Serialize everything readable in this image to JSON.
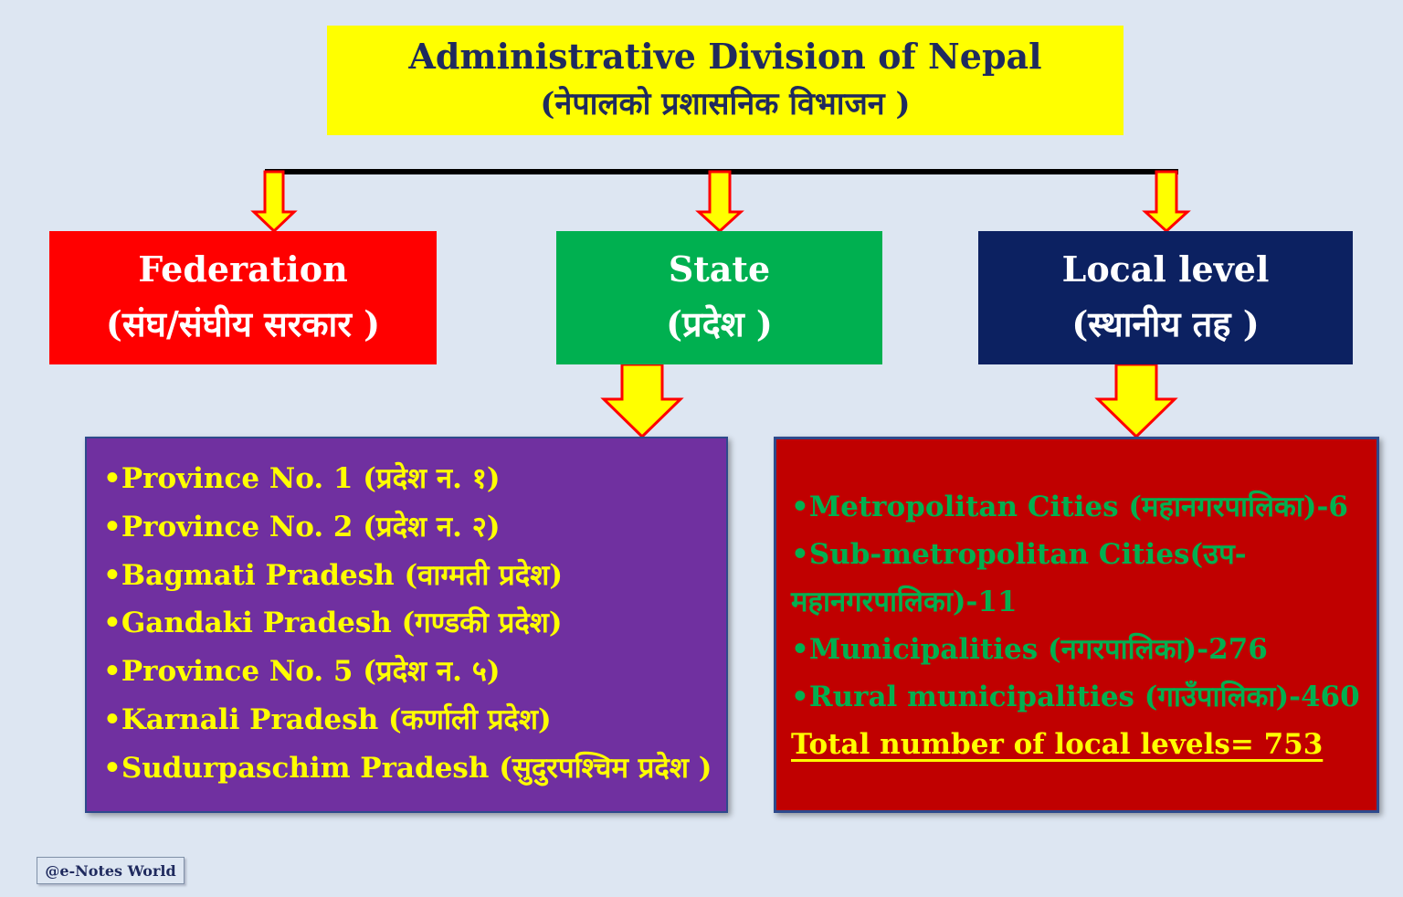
{
  "title": {
    "english": "Administrative Division of Nepal",
    "nepali": "(नेपालको प्रशासनिक विभाजन )"
  },
  "levels": [
    {
      "english": "Federation",
      "nepali": "(संघ/संघीय सरकार )"
    },
    {
      "english": "State",
      "nepali": "(प्रदेश )"
    },
    {
      "english": "Local level",
      "nepali": "(स्थानीय तह )"
    }
  ],
  "provinces": [
    "•Province No. 1 (प्रदेश न. १)",
    "•Province No. 2 (प्रदेश न. २)",
    "•Bagmati Pradesh (वाग्मती प्रदेश)",
    "•Gandaki Pradesh (गण्डकी प्रदेश)",
    "•Province No. 5 (प्रदेश न. ५)",
    "•Karnali Pradesh (कर्णाली प्रदेश)",
    "•Sudurpaschim Pradesh (सुदुरपश्चिम प्रदेश )"
  ],
  "local_units": [
    "•Metropolitan Cities (महानगरपालिका)-6",
    "•Sub-metropolitan Cities(उप-महानगरपालिका)-11",
    "•Municipalities (नगरपालिका)-276",
    "•Rural municipalities (गाउँपालिका)-460"
  ],
  "total": "Total number of local levels= 753",
  "watermark": "@e-Notes World",
  "colors": {
    "title_bg": "#ffff00",
    "federation": "#ff0000",
    "state": "#00b050",
    "local": "#0c2161",
    "provinces_bg": "#7030a0",
    "local_units_bg": "#c00000",
    "arrow_fill": "#ffff00",
    "arrow_stroke": "#ff0000"
  }
}
